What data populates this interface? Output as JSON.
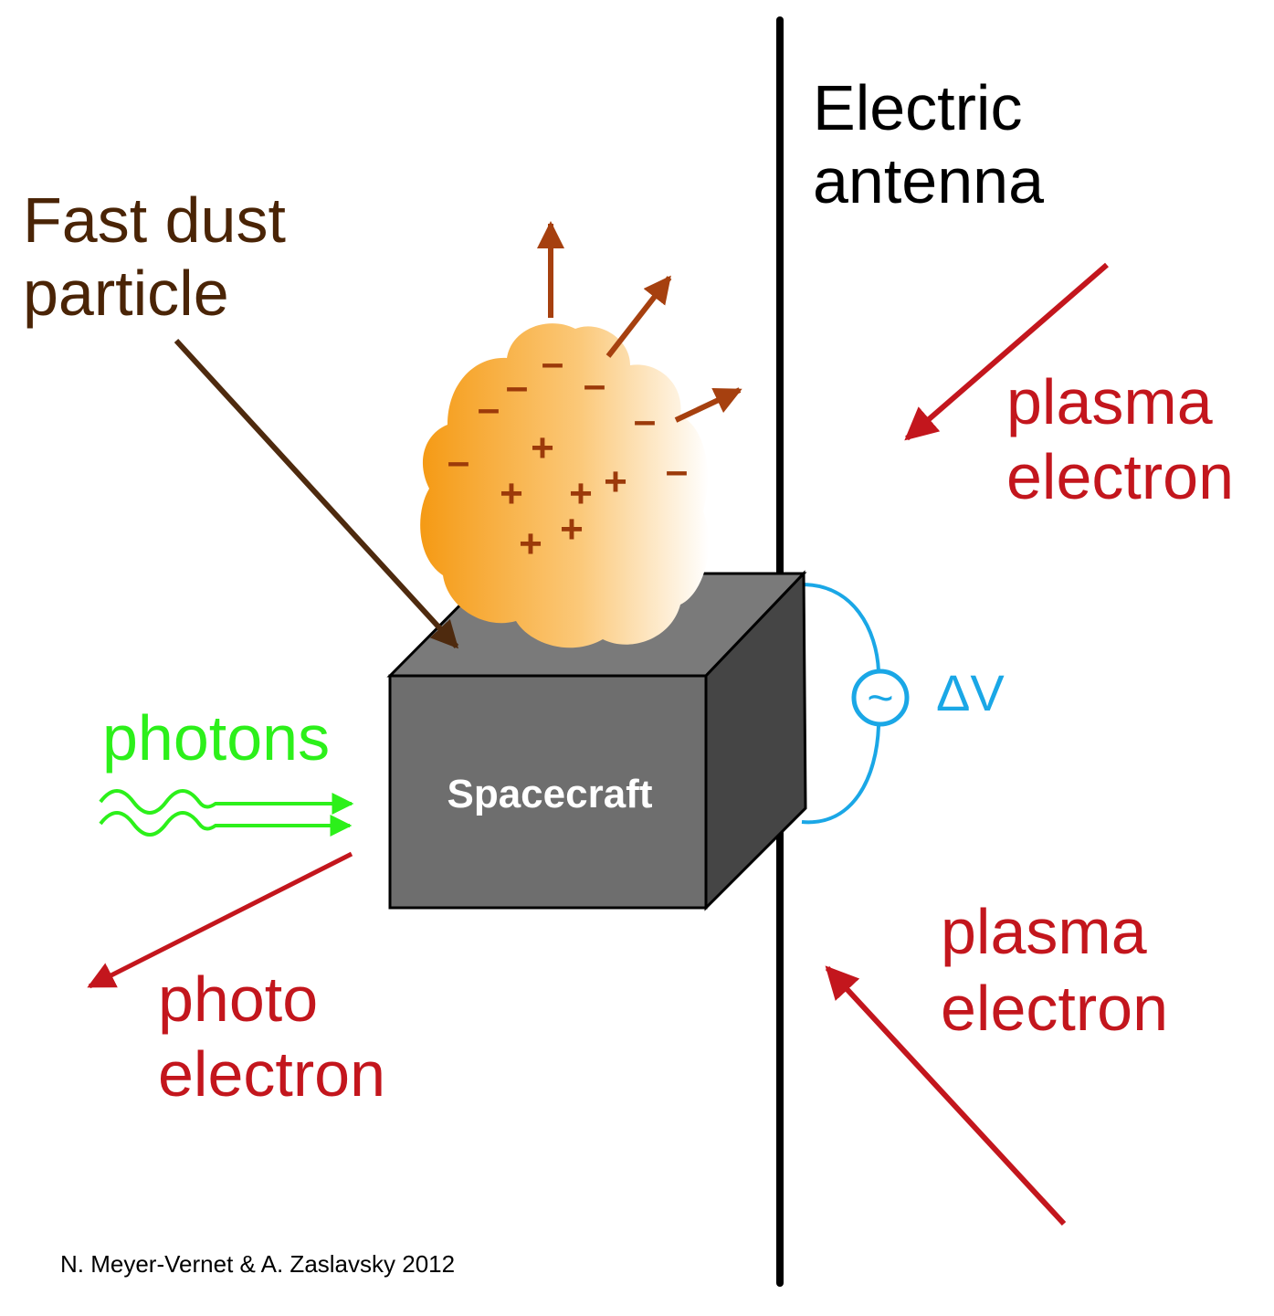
{
  "labels": {
    "antenna": [
      "Electric",
      "antenna"
    ],
    "dust": [
      "Fast dust",
      "particle"
    ],
    "plasma_top": [
      "plasma",
      "electron"
    ],
    "plasma_bottom": [
      "plasma",
      "electron"
    ],
    "photons": "photons",
    "photo_electron": [
      "photo",
      "electron"
    ],
    "spacecraft": "Spacecraft",
    "delta_v": "ΔV",
    "ac_symbol": "~",
    "credit": "N. Meyer-Vernet & A. Zaslavsky 2012"
  },
  "charges": {
    "minus": [
      "–",
      "–",
      "–",
      "–",
      "–",
      "–",
      "–"
    ],
    "plus": [
      "+",
      "+",
      "+",
      "+",
      "+",
      "+"
    ]
  },
  "colors": {
    "antenna": "#000000",
    "dust_text": "#4a2406",
    "dust_arrow": "#4e2a0e",
    "ejecta": "#a6400f",
    "plasma": "#c3161d",
    "photons": "#2cf01a",
    "circuit": "#1aa7e6",
    "cube_front": "#6e6e6e",
    "cube_top": "#7a7a7a",
    "cube_side": "#454545",
    "cloud_left": "#f59a14",
    "cloud_right": "#ffffff",
    "charge": "#9c3a0a"
  }
}
